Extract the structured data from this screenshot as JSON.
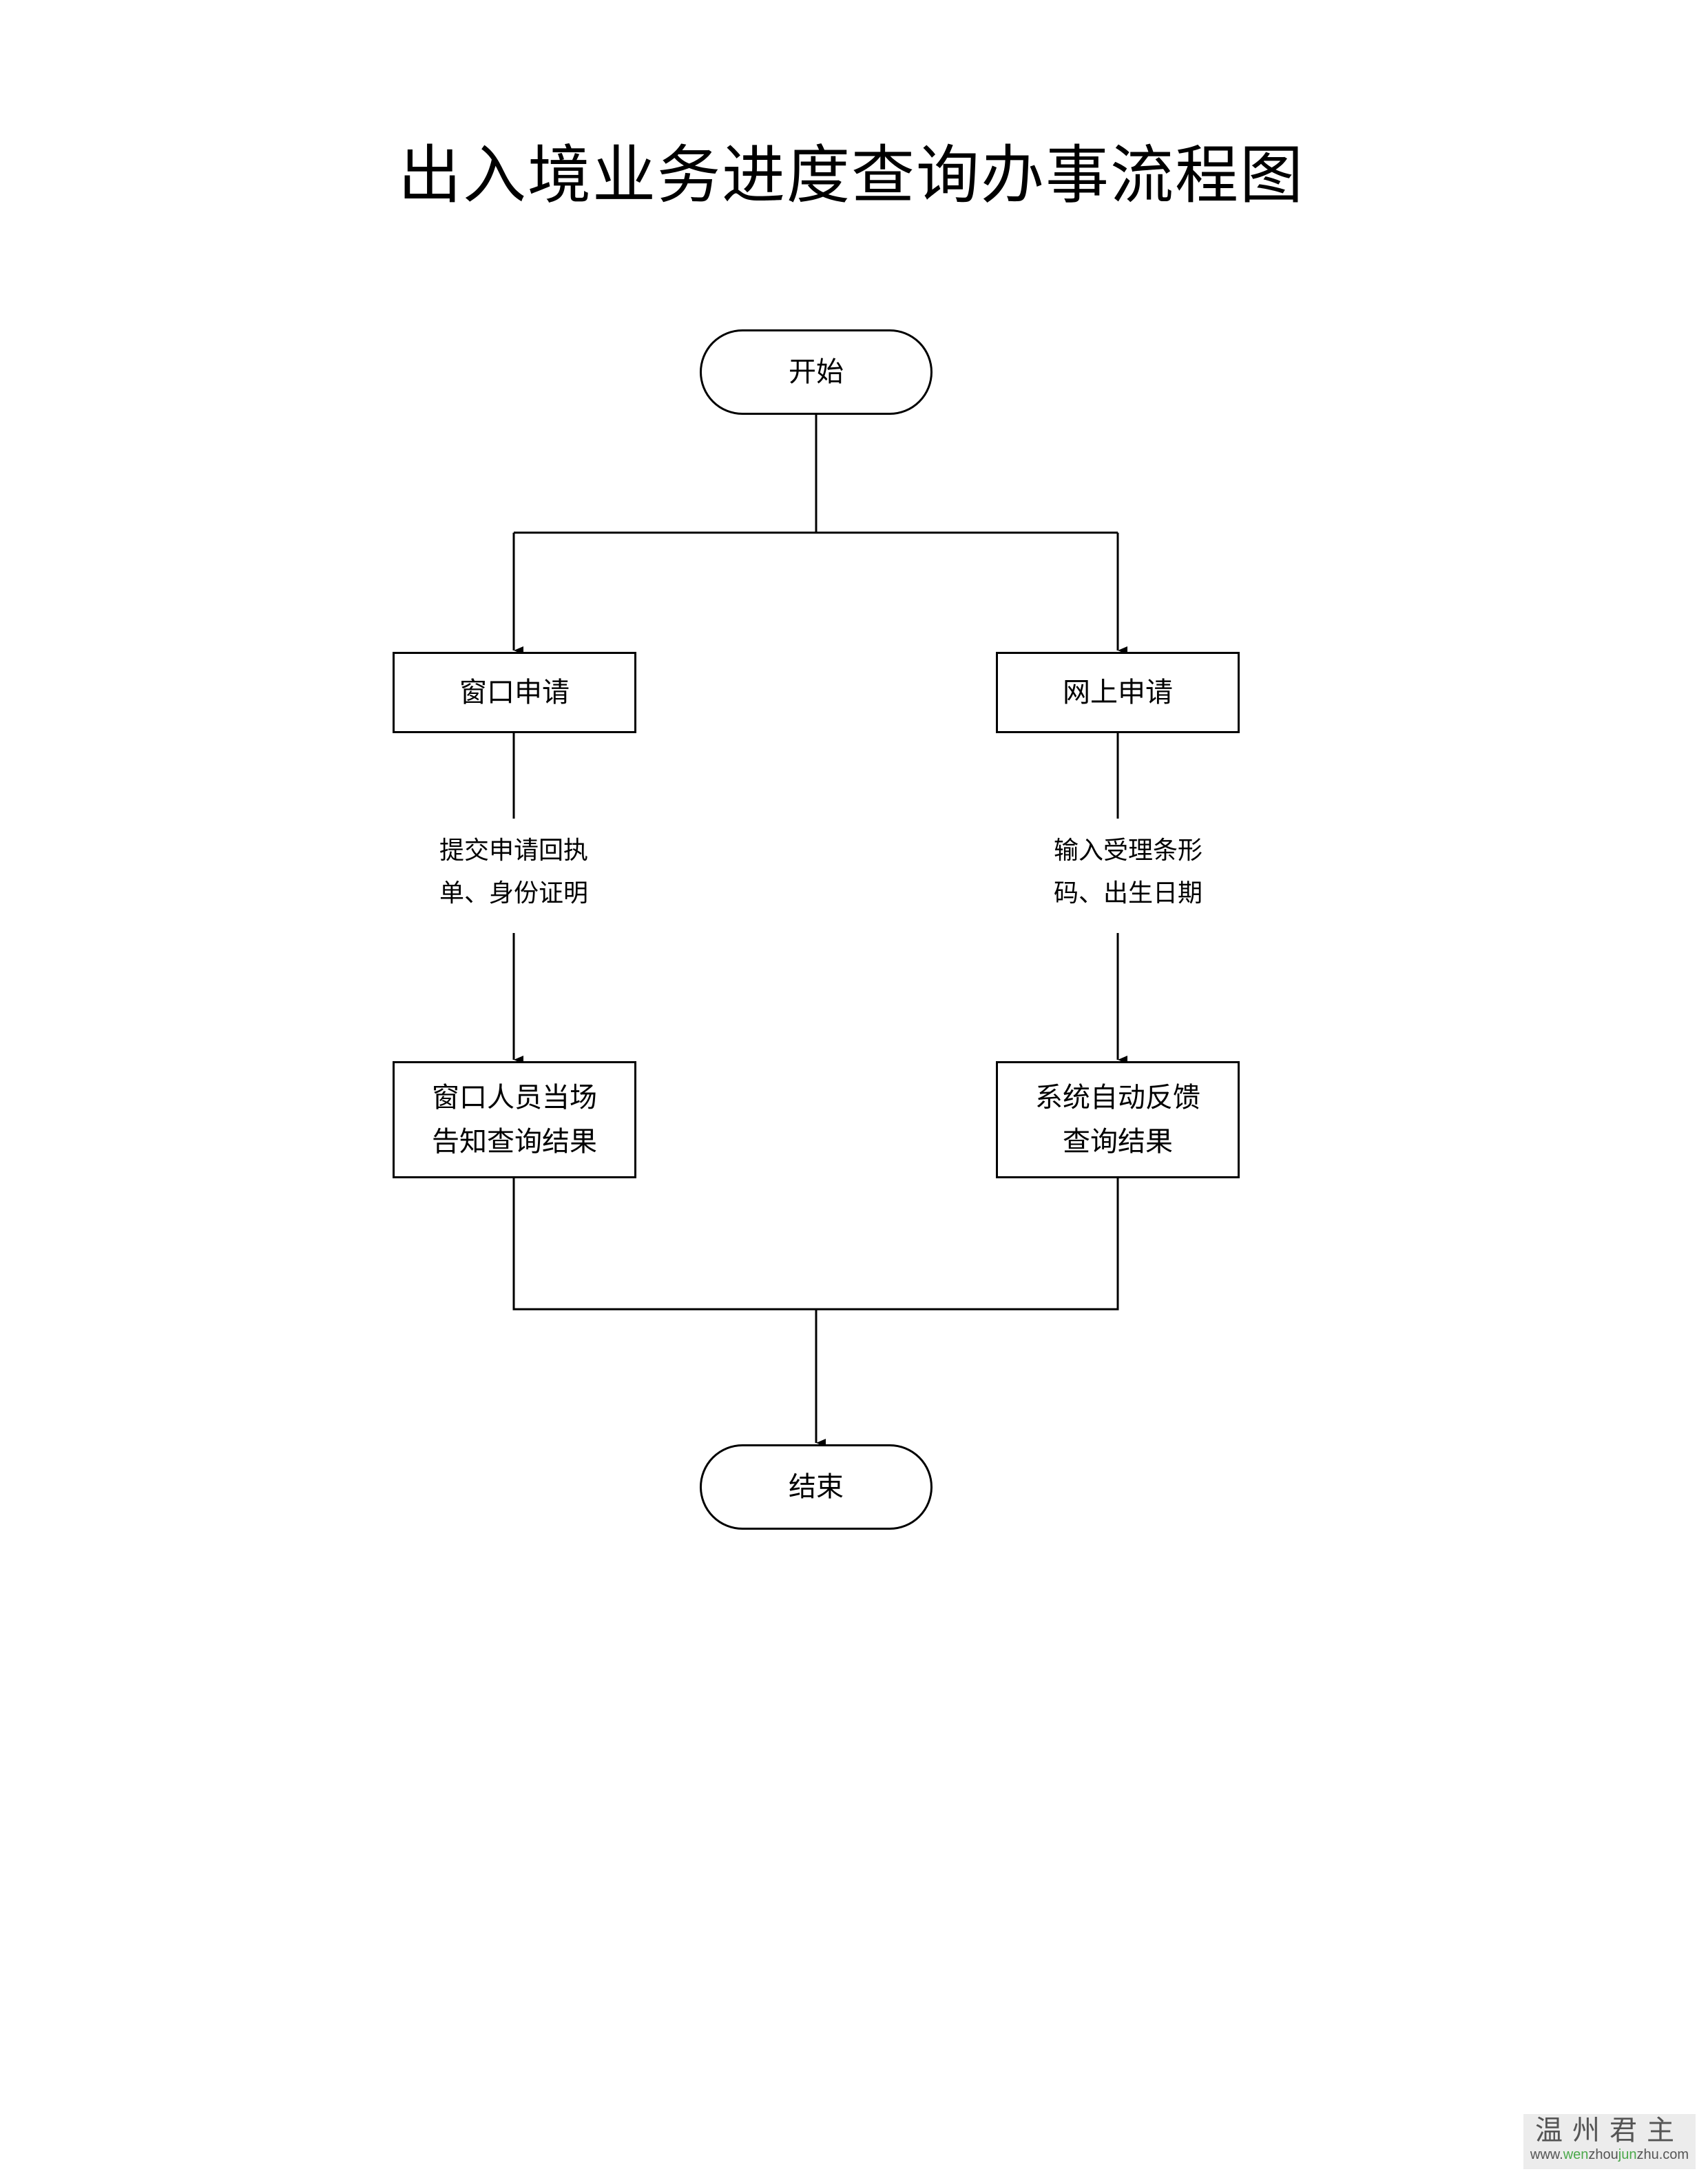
{
  "title": "出入境业务进度查询办事流程图",
  "nodes": {
    "start": "开始",
    "window_apply": "窗口申请",
    "online_apply": "网上申请",
    "window_result": "窗口人员当场告知查询结果",
    "online_result": "系统自动反馈查询结果",
    "end": "结束"
  },
  "edge_labels": {
    "window": "提交申请回执单、身份证明",
    "online": "输入受理条形码、出生日期"
  },
  "watermark": {
    "name": "温州君主",
    "url_prefix": "www.",
    "url_green1": "wen",
    "url_mid": "zhou",
    "url_green2": "jun",
    "url_suffix": "zhu.com"
  }
}
